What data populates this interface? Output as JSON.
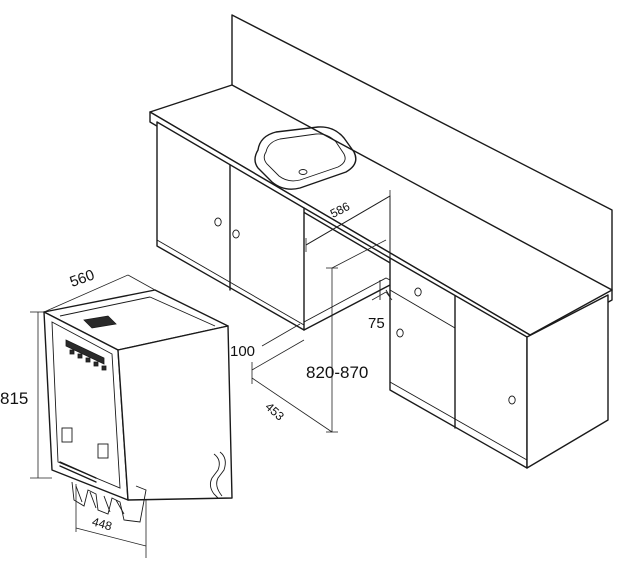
{
  "dimensions": {
    "cabinet_depth": "586",
    "niche_height": "820-870",
    "plinth_depth": "75",
    "plinth_height": "100",
    "niche_width": "453",
    "appliance_depth": "560",
    "appliance_height": "815",
    "appliance_width": "448"
  }
}
